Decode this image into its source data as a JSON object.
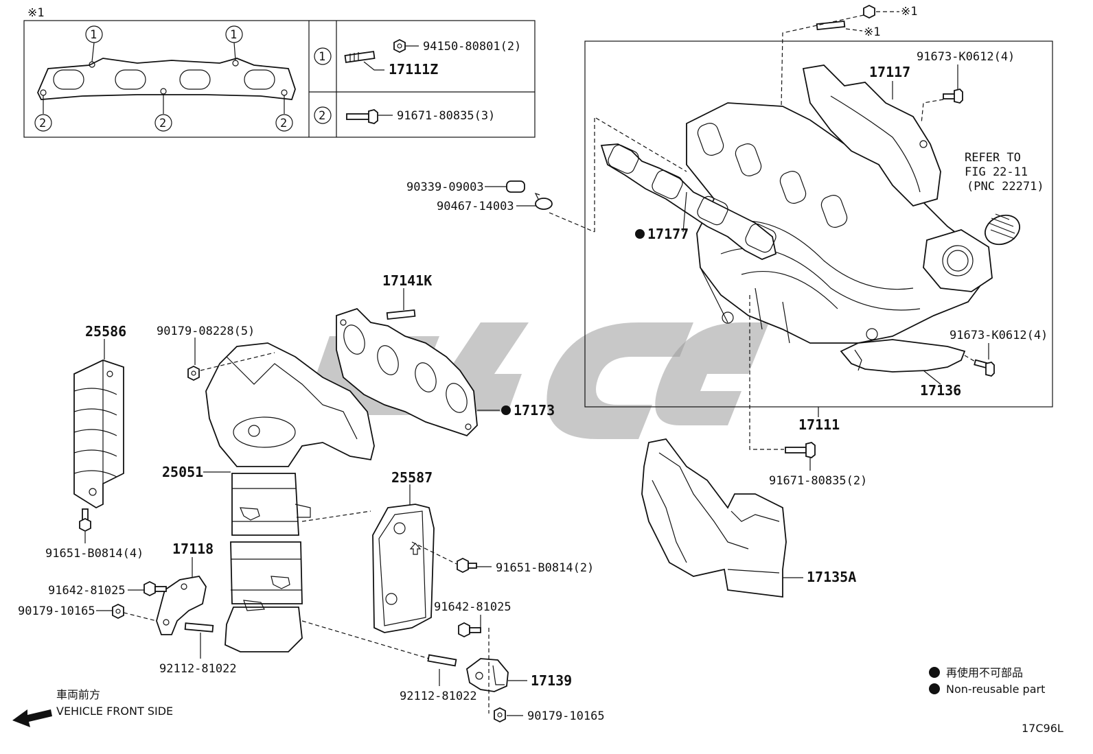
{
  "inset": {
    "header": "※1",
    "rows": [
      {
        "circle": "1",
        "nut": "94150-80801(2)",
        "stud": "17111Z"
      },
      {
        "circle": "2",
        "bolt": "91671-80835(3)"
      }
    ],
    "gasket_callouts": [
      "1",
      "1",
      "2",
      "2",
      "2"
    ]
  },
  "labels": {
    "p25586": "25586",
    "p90179_08228": "90179-08228(5)",
    "p17141K": "17141K",
    "p90339": "90339-09003",
    "p90467": "90467-14003",
    "p17177": "17177",
    "p17117": "17117",
    "p91673_top": "91673-K0612(4)",
    "refer_1": "REFER TO",
    "refer_2": "FIG 22-11",
    "refer_3": "(PNC 22271)",
    "p91673_bot": "91673-K0612(4)",
    "p17136": "17136",
    "p17111": "17111",
    "p91671_bot": "91671-80835(2)",
    "p17173": "17173",
    "p25051": "25051",
    "p25587": "25587",
    "p91651_left": "91651-B0814(4)",
    "p17118": "17118",
    "p91642_left": "91642-81025",
    "p90179_left": "90179-10165",
    "p92112_left": "92112-81022",
    "p91651_right": "91651-B0814(2)",
    "p91642_right": "91642-81025",
    "p17139": "17139",
    "p92112_right": "92112-81022",
    "p90179_right": "90179-10165",
    "p17135A": "17135A",
    "mark_top1": "※1",
    "mark_top2": "※1"
  },
  "legend": {
    "jp": "再使用不可部品",
    "en": "Non-reusable part"
  },
  "front": {
    "jp": "車両前方",
    "en": "VEHICLE FRONT SIDE"
  },
  "code": "17C96L",
  "colors": {
    "line": "#111111",
    "watermark": "#9a9a9a",
    "background": "#ffffff"
  }
}
